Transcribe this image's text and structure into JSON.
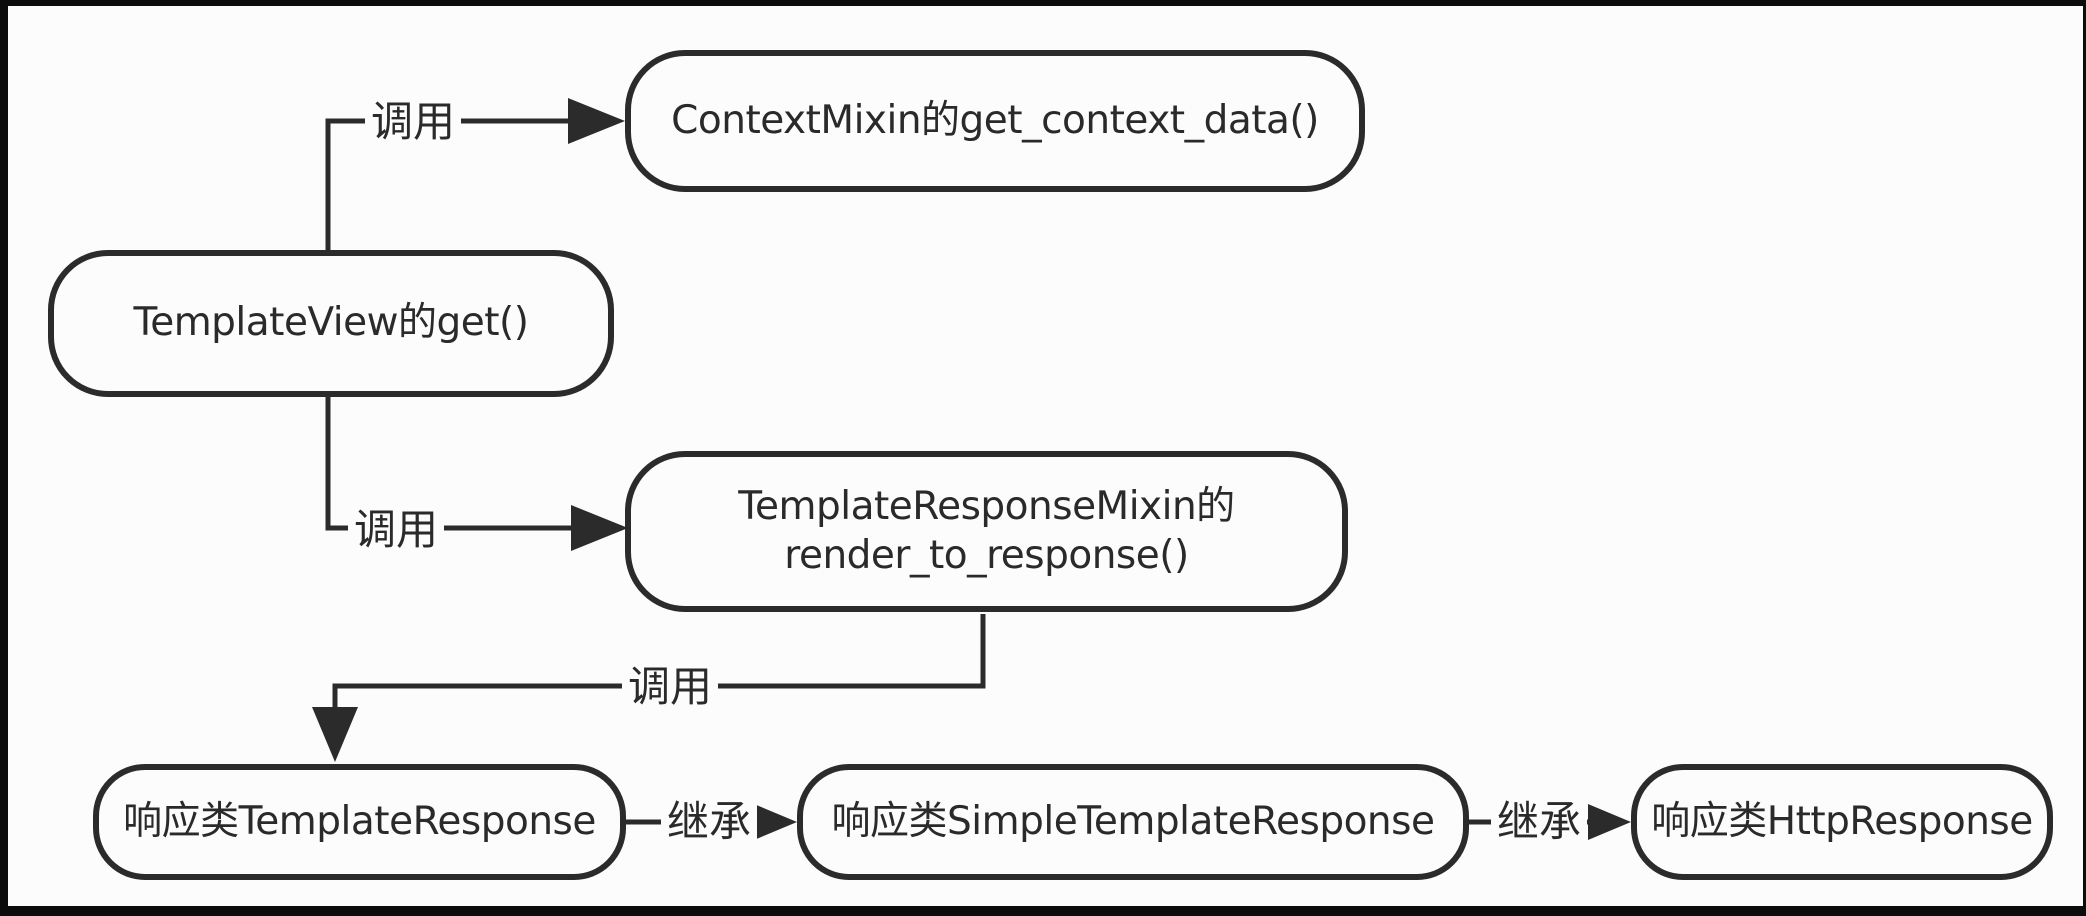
{
  "diagram": {
    "nodes": [
      {
        "id": "templateview-get",
        "label": "TemplateView的get()"
      },
      {
        "id": "contextmixin-get-context-data",
        "label": "ContextMixin的get_context_data()"
      },
      {
        "id": "templateresponsemixin-render",
        "label": "TemplateResponseMixin的\nrender_to_response()"
      },
      {
        "id": "templateresponse",
        "label": "响应类TemplateResponse"
      },
      {
        "id": "simpletemplateresponse",
        "label": "响应类SimpleTemplateResponse"
      },
      {
        "id": "httpresponse",
        "label": "响应类HttpResponse"
      }
    ],
    "edges": [
      {
        "from": "templateview-get",
        "to": "contextmixin-get-context-data",
        "label": "调用"
      },
      {
        "from": "templateview-get",
        "to": "templateresponsemixin-render",
        "label": "调用"
      },
      {
        "from": "templateresponsemixin-render",
        "to": "templateresponse",
        "label": "调用"
      },
      {
        "from": "templateresponse",
        "to": "simpletemplateresponse",
        "label": "继承"
      },
      {
        "from": "simpletemplateresponse",
        "to": "httpresponse",
        "label": "继承"
      }
    ],
    "palette": {
      "line": "#2b2b2b",
      "text": "#2a2a2a",
      "background": "#fcfcfc",
      "frame": "#0c0c0c"
    }
  }
}
